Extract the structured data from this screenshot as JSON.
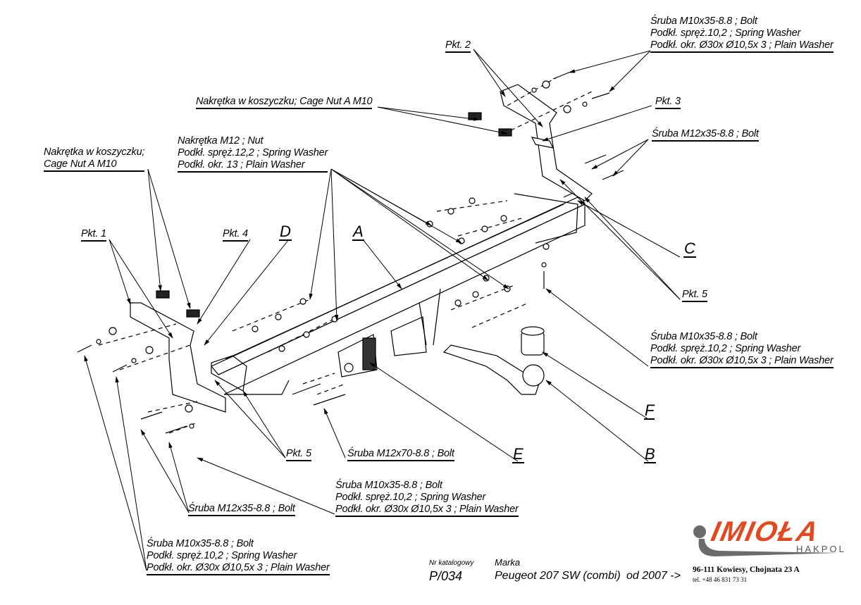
{
  "document": {
    "type": "tow bar assembly drawing",
    "catalog_label": "Nr katalogowy",
    "catalog_number": "P/034",
    "brand_label": "Marka",
    "vehicle": "Peugeot 207 SW (combi)",
    "from_year": "od  2007 ->"
  },
  "company": {
    "logo_name": "IMIOŁA",
    "logo_sub": "HAKPOL",
    "address": "96-111 Kowiesy, Chojnata 23 A",
    "phone": "tel. +48 46 831 73 31",
    "brand_color": "#e4481f",
    "logo_gray": "#6b6b6b"
  },
  "callouts": {
    "bolt_m10_top_right": [
      "Śruba M10x35-8.8 ;  Bolt",
      "Podkł. spręż.10,2 ; Spring Washer",
      "Podkł. okr.  Ø30x Ø10,5x 3 ; Plain Washer"
    ],
    "pkt2": "Pkt. 2",
    "pkt3": "Pkt. 3",
    "cage_nut_top": "Nakrętka w koszyczku; Cage Nut A M10",
    "bolt_m12_right": "Śruba M12x35-8.8 ;  Bolt",
    "nut_m12": [
      "Nakrętka  M12 ; Nut",
      "Podkł. spręż.12,2 ; Spring Washer",
      "Podkł. okr. 13 ; Plain Washer"
    ],
    "cage_nut_left": [
      "Nakrętka w koszyczku;",
      " Cage Nut A M10"
    ],
    "pkt1": "Pkt. 1",
    "pkt4": "Pkt. 4",
    "part_d": "D",
    "part_a": "A",
    "part_c": "C",
    "pkt5_right": "Pkt. 5",
    "bolt_m10_mid_right": [
      "Śruba M10x35-8.8 ;  Bolt",
      "Podkł. spręż.10,2 ; Spring Washer",
      "Podkł. okr.  Ø30x Ø10,5x 3 ; Plain Washer"
    ],
    "part_f": "F",
    "part_b": "B",
    "part_e": "E",
    "pkt5_left": "Pkt. 5",
    "bolt_m12x70": "Śruba M12x70-8.8 ;  Bolt",
    "bolt_m10_center": [
      "Śruba M10x35-8.8 ;  Bolt",
      "Podkł. spręż.10,2 ; Spring Washer",
      "Podkł. okr.  Ø30x Ø10,5x 3 ; Plain Washer"
    ],
    "bolt_m12_left": "Śruba M12x35-8.8 ;  Bolt",
    "bolt_m10_bottom_left": [
      "Śruba M10x35-8.8 ;  Bolt",
      "Podkł. spręż.10,2 ; Spring Washer",
      "Podkł. okr.  Ø30x Ø10,5x 3 ; Plain Washer"
    ]
  }
}
